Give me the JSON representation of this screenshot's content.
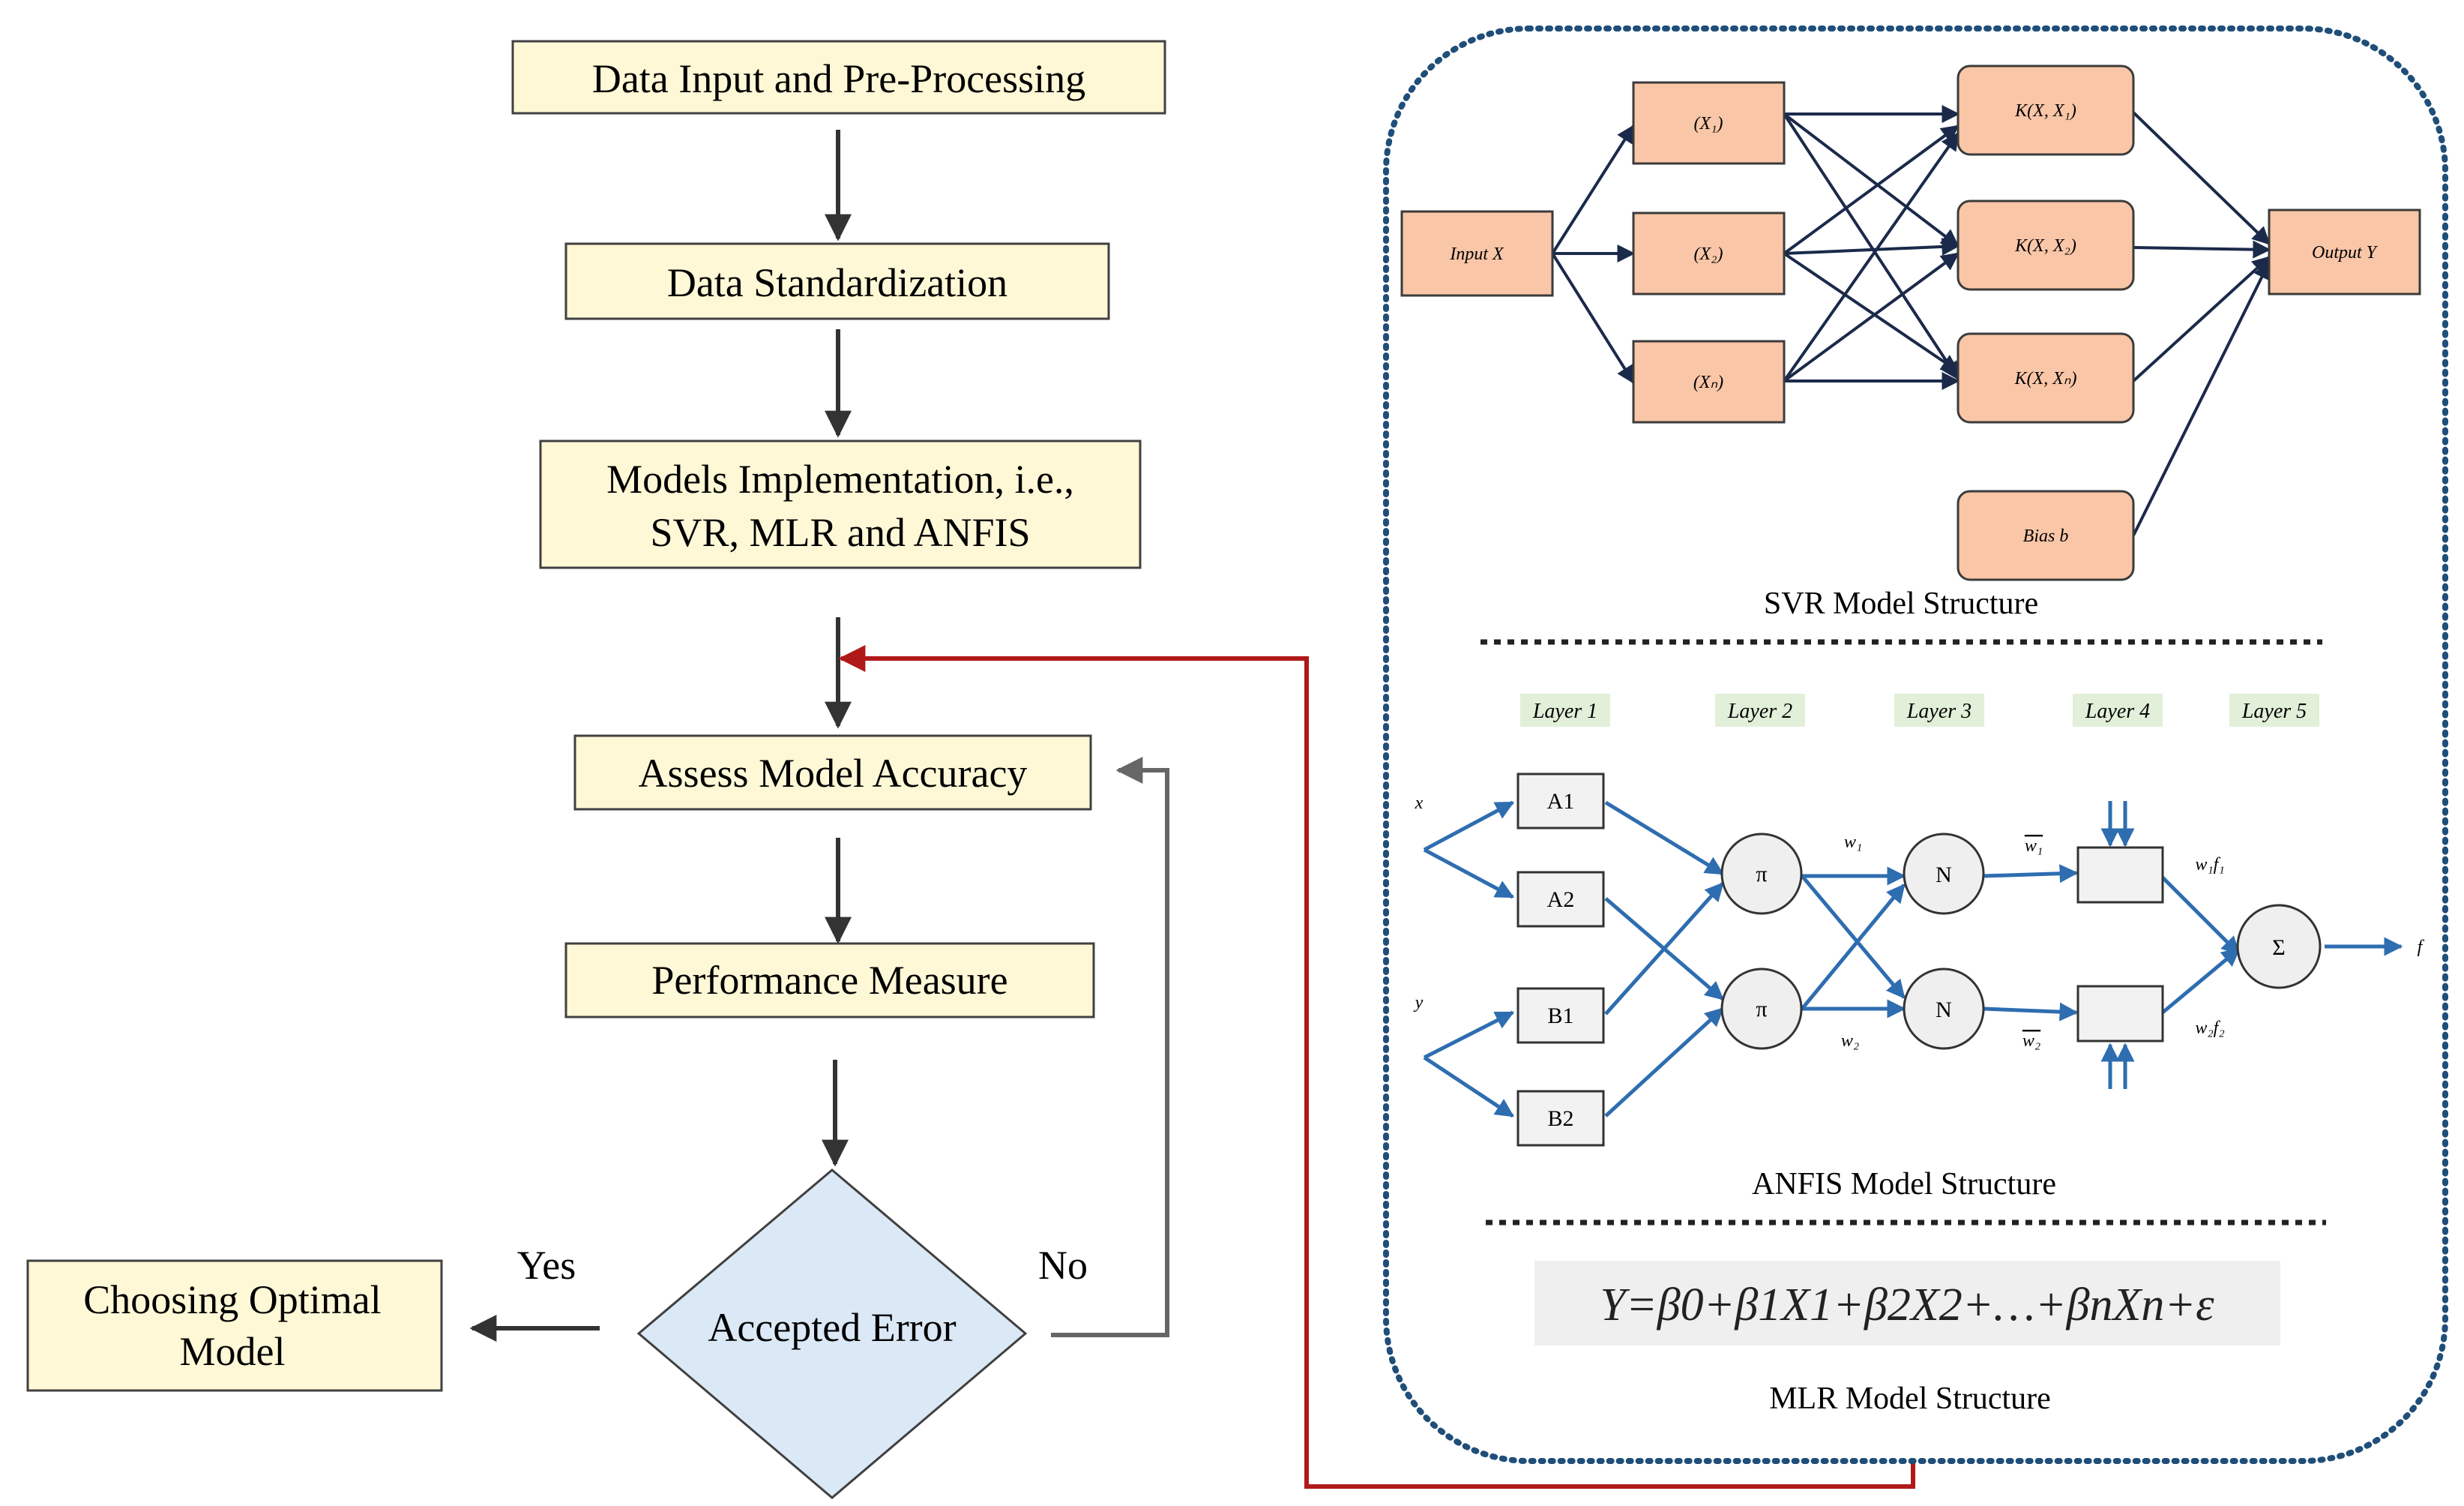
{
  "flowchart": {
    "step1": "Data Input and Pre-Processing",
    "step2": "Data Standardization",
    "step3_line1": "Models Implementation, i.e.,",
    "step3_line2": "SVR, MLR and ANFIS",
    "step4": "Assess Model Accuracy",
    "step5": "Performance Measure",
    "decision": "Accepted Error",
    "yes_label": "Yes",
    "no_label": "No",
    "optimal_line1": "Choosing Optimal",
    "optimal_line2": "Model"
  },
  "svr": {
    "input": "Input X",
    "x_nodes": [
      "(X₁)",
      "(X₂)",
      "(Xₙ)"
    ],
    "kernels": [
      "K(X, X₁)",
      "K(X, X₂)",
      "K(X, Xₙ)"
    ],
    "bias": "Bias b",
    "output": "Output Y",
    "caption": "SVR Model Structure"
  },
  "anfis": {
    "layers": [
      "Layer 1",
      "Layer 2",
      "Layer 3",
      "Layer 4",
      "Layer 5"
    ],
    "inputs": [
      "x",
      "y"
    ],
    "mf_nodes": [
      "A1",
      "A2",
      "B1",
      "B2"
    ],
    "pi_symbol": "π",
    "norm_symbol": "N",
    "sum_symbol": "Σ",
    "w1": "w₁",
    "w2": "w₂",
    "w1_bar": "w₁",
    "w2_bar": "w₂",
    "w1f1": "w₁f₁",
    "w2f2": "w₂f₂",
    "output": "f",
    "caption": "ANFIS Model Structure"
  },
  "mlr": {
    "formula": "Y=β0+β1X1+β2X2+…+βnXn+ε",
    "caption": "MLR Model Structure"
  },
  "colors": {
    "box_fill": "#fff8d6",
    "diamond_fill": "#dbe8f5",
    "svr_node": "#f9c6a7",
    "feedback_red": "#b01919",
    "dotted_border": "#1f4e79",
    "anfis_arrow": "#2e6db0",
    "layer_label_bg": "#e2efd9"
  }
}
